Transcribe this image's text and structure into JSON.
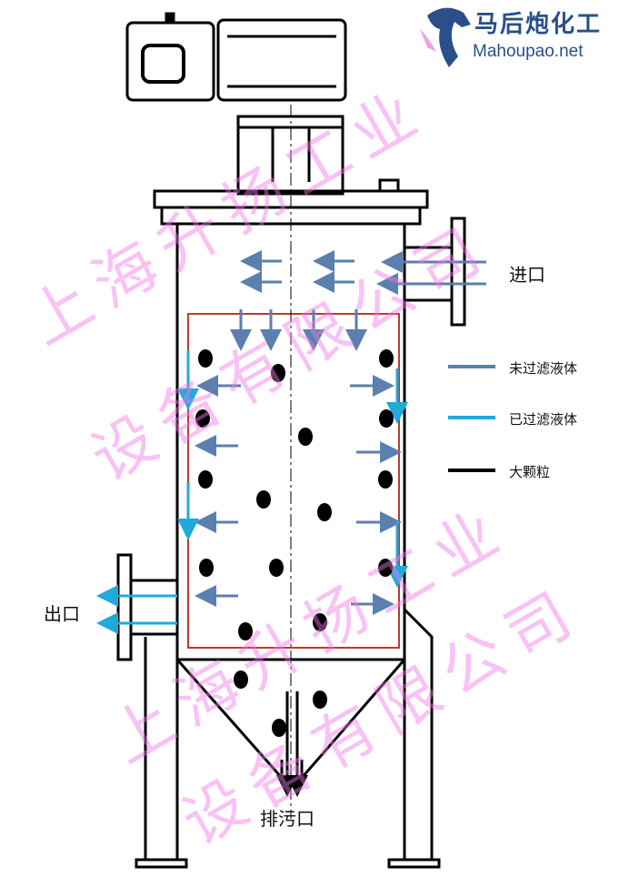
{
  "labels": {
    "inlet": "进口",
    "outlet": "出口",
    "drain": "排污口"
  },
  "legend": [
    {
      "label": "未过滤液体",
      "color": "#5b7fae"
    },
    {
      "label": "已过滤液体",
      "color": "#21a9dc"
    },
    {
      "label": "大颗粒",
      "color": "#000000"
    }
  ],
  "logo": {
    "cn": "马后炮化工",
    "en": "Mahoupao.net"
  },
  "watermark": {
    "line1": "上海升扬工业",
    "line2": "设备有限公司"
  },
  "colors": {
    "unfiltered": "#5b7fae",
    "filtered": "#21a9dc",
    "screen": "#c0392b",
    "watermark": "#f078e6"
  }
}
